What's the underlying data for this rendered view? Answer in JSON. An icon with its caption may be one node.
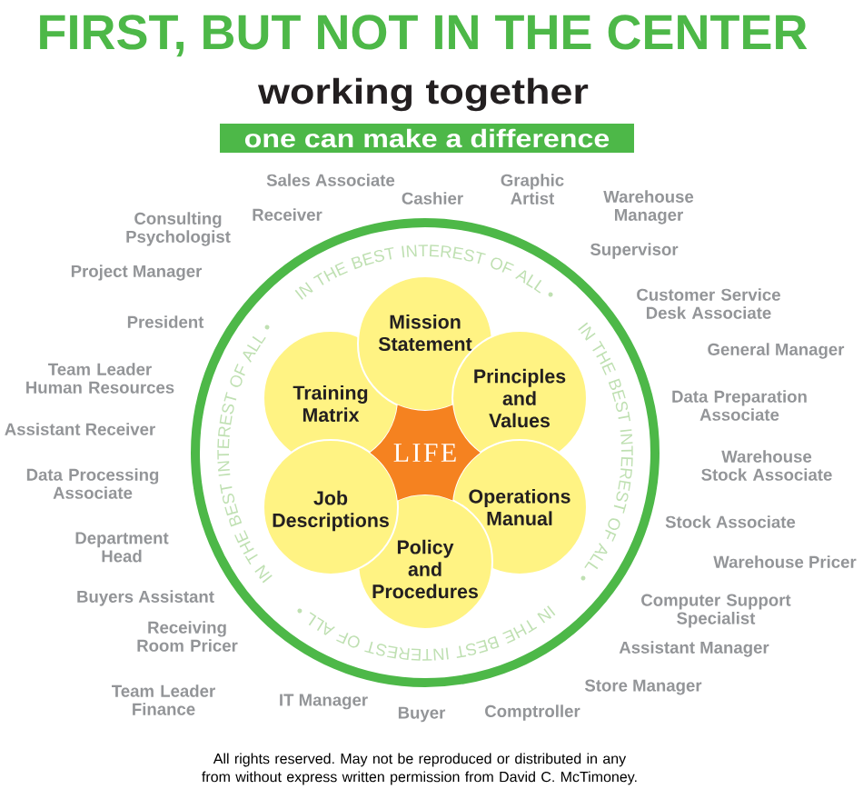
{
  "diagram": {
    "title": "FIRST, BUT NOT IN THE CENTER",
    "caption": "All rights reserved. May not be reproduced or distributed in any from without express written permission from David C. McTimoney.",
    "nodes": [
      {
        "text": [
          "one can make a difference"
        ]
      },
      {
        "text": [
          "IN THE BEST INTEREST OF ALL •",
          "IN THE BEST INTEREST OF ALL •",
          "IN THE BEST INTEREST OF ALL •",
          "IN THE BEST INTEREST OF ALL •"
        ]
      },
      {
        "text": [
          "Mission Statement"
        ],
        "in": 1
      },
      {
        "text": [
          "Training Matrix"
        ],
        "in": 1
      },
      {
        "text": [
          "Principles and Values"
        ],
        "in": 1
      },
      {
        "text": [
          "LIFE"
        ],
        "in": 1
      },
      {
        "text": [
          "Job Descriptions"
        ],
        "in": 1
      },
      {
        "text": [
          "Operations Manual"
        ],
        "in": 1
      },
      {
        "text": [
          "Policy and Procedures"
        ],
        "in": 1
      }
    ],
    "labels": [
      "working together",
      "Sales Associate",
      "Cashier",
      "Graphic Artist",
      "Warehouse Manager",
      "Receiver",
      "Consulting Psychologist",
      "Supervisor",
      "Project Manager",
      "Customer Service Desk Associate",
      "President",
      "General Manager",
      "Team Leader Human Resources",
      "Data Preparation Associate",
      "Assistant Receiver",
      "Warehouse Stock Associate",
      "Data Processing Associate",
      "Stock Associate",
      "Department Head",
      "Warehouse Pricer",
      "Buyers Assistant",
      "Computer Support Specialist",
      "Receiving Room Pricer",
      "Assistant Manager",
      "Store Manager",
      "Team Leader Finance",
      "IT Manager",
      "Buyer",
      "Comptroller"
    ]
  }
}
